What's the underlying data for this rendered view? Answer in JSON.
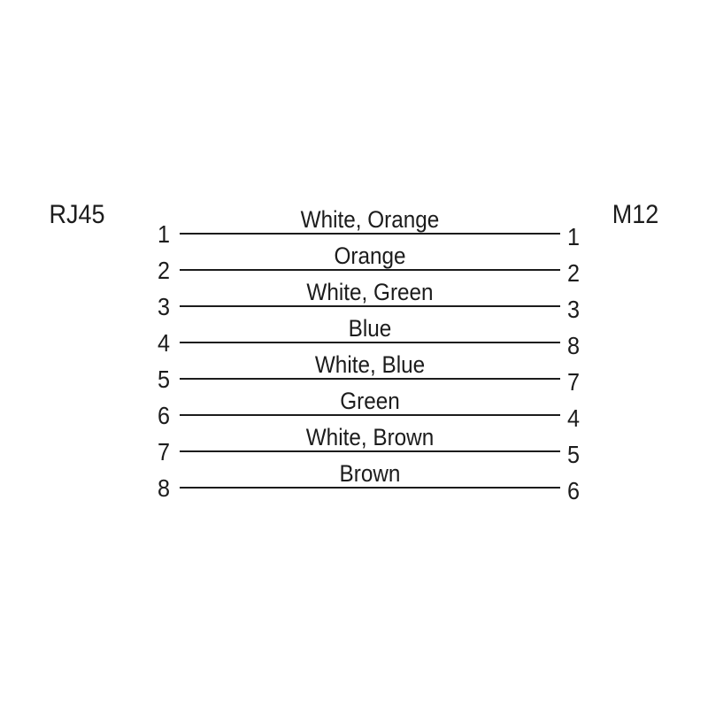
{
  "page": {
    "background": "#ffffff",
    "ink_color": "#1c1c1c"
  },
  "diagram": {
    "type": "cable-pinout",
    "left_connector": {
      "label": "RJ45"
    },
    "right_connector": {
      "label": "M12"
    },
    "rows": [
      {
        "left_pin": "1",
        "wire_color": "White, Orange",
        "right_pin": "1"
      },
      {
        "left_pin": "2",
        "wire_color": "Orange",
        "right_pin": "2"
      },
      {
        "left_pin": "3",
        "wire_color": "White, Green",
        "right_pin": "3"
      },
      {
        "left_pin": "4",
        "wire_color": "Blue",
        "right_pin": "8"
      },
      {
        "left_pin": "5",
        "wire_color": "White, Blue",
        "right_pin": "7"
      },
      {
        "left_pin": "6",
        "wire_color": "Green",
        "right_pin": "4"
      },
      {
        "left_pin": "7",
        "wire_color": "White, Brown",
        "right_pin": "5"
      },
      {
        "left_pin": "8",
        "wire_color": "Brown",
        "right_pin": "6"
      }
    ]
  }
}
